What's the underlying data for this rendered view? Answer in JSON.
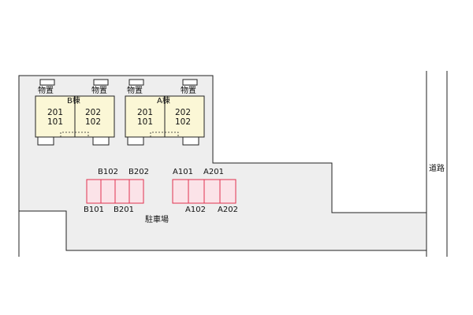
{
  "buildings": [
    {
      "id": "B",
      "name": "B棟",
      "units_upper": [
        "201",
        "202"
      ],
      "units_lower": [
        "101",
        "102"
      ]
    },
    {
      "id": "A",
      "name": "A棟",
      "units_upper": [
        "201",
        "202"
      ],
      "units_lower": [
        "101",
        "102"
      ]
    }
  ],
  "storage_label": "物置",
  "parking": {
    "label": "駐車場",
    "group_b_top": [
      "B102",
      "B202"
    ],
    "group_b_bottom": [
      "B101",
      "B201"
    ],
    "group_a_top": [
      "A101",
      "A201"
    ],
    "group_a_bottom": [
      "A102",
      "A202"
    ]
  },
  "road_label": "道路",
  "colors": {
    "lot_fill": "#eeeeee",
    "building_fill": "#fbf7d6",
    "parking_fill": "#fbe3e8",
    "parking_stroke": "#e0324f",
    "outline": "#222222"
  }
}
